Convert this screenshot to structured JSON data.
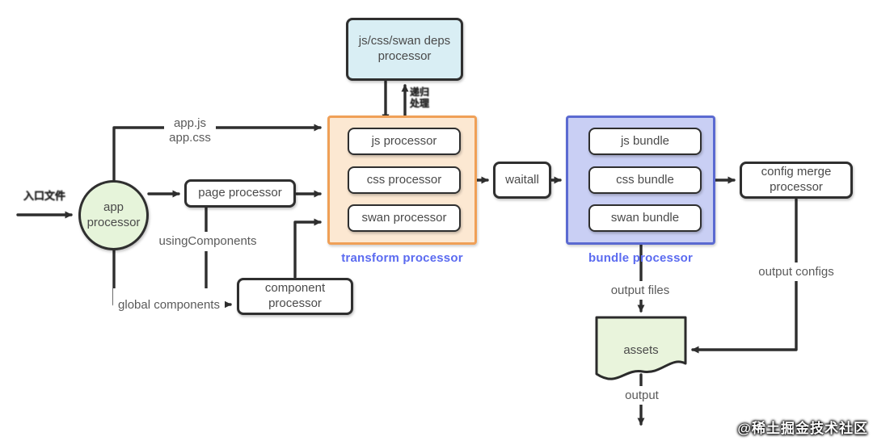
{
  "nodes": {
    "deps_processor": "js/css/swan deps processor",
    "app_processor": "app processor",
    "page_processor": "page processor",
    "component_processor": "component processor",
    "js_processor": "js processor",
    "css_processor": "css processor",
    "swan_processor": "swan processor",
    "waitall": "waitall",
    "js_bundle": "js bundle",
    "css_bundle": "css bundle",
    "swan_bundle": "swan bundle",
    "config_merge_processor": "config merge processor",
    "assets": "assets"
  },
  "groups": {
    "transform_label": "transform processor",
    "bundle_label": "bundle processor"
  },
  "edge_labels": {
    "entry": "入口文件",
    "recursion": "递归\n处理",
    "app_files": "app.js\napp.css",
    "using_components": "usingComponents",
    "global_components": "global components",
    "output_files": "output files",
    "output_configs": "output configs",
    "output": "output"
  },
  "watermark": "@稀土掘金技术社区",
  "colors": {
    "line": "#2e2e2e",
    "group_label_text": "#5b6bf0",
    "transform_group_fill": "#fce8d2",
    "transform_group_border": "#f0a057",
    "bundle_group_fill": "#c9cff4",
    "bundle_group_border": "#5b6ad1",
    "deps_fill": "#d9eef4",
    "app_circle_fill": "#e6f4da",
    "assets_fill": "#e9f4dc"
  }
}
